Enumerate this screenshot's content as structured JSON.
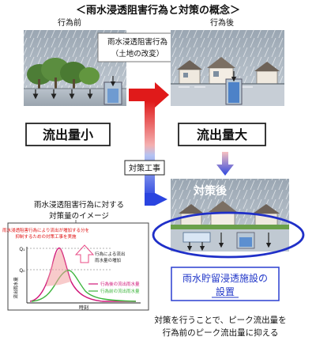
{
  "title": "＜雨水浸透阻害行為と対策の概念＞",
  "before_label": "行為前",
  "after_label": "行為後",
  "callout": {
    "line1": "雨水浸透阻害行為",
    "line2": "（土地の改変）"
  },
  "runoff_small": "流出量小",
  "runoff_large": "流出量大",
  "countermeasure_work": "対策工事",
  "after_measure": "対策後",
  "facility": {
    "line1": "雨水貯留浸透施設の",
    "line2": "設置"
  },
  "conclusion": {
    "line1": "対策を行うことで、ピーク流出量を",
    "line2": "行為前のピーク流出量に抑える"
  },
  "graph": {
    "title_line1": "雨水浸透阻害行為に対する",
    "title_line2": "対策量のイメージ",
    "red_note_line1": "雨水浸透阻害行為により流出が増加する分を",
    "red_note_line2": "抑制するための対策工事を実施",
    "increase_line1": "行為による流出",
    "increase_line2": "雨水量の増加",
    "q1": "Q₁",
    "q0": "Q₀",
    "ylabel": "流出雨水量",
    "xlabel": "時刻",
    "legend_after": "行為後の流出雨水量",
    "legend_before": "行為前の流出雨水量",
    "colors": {
      "after": "#d0187a",
      "before": "#3cb43c",
      "red": "#e01010"
    }
  }
}
